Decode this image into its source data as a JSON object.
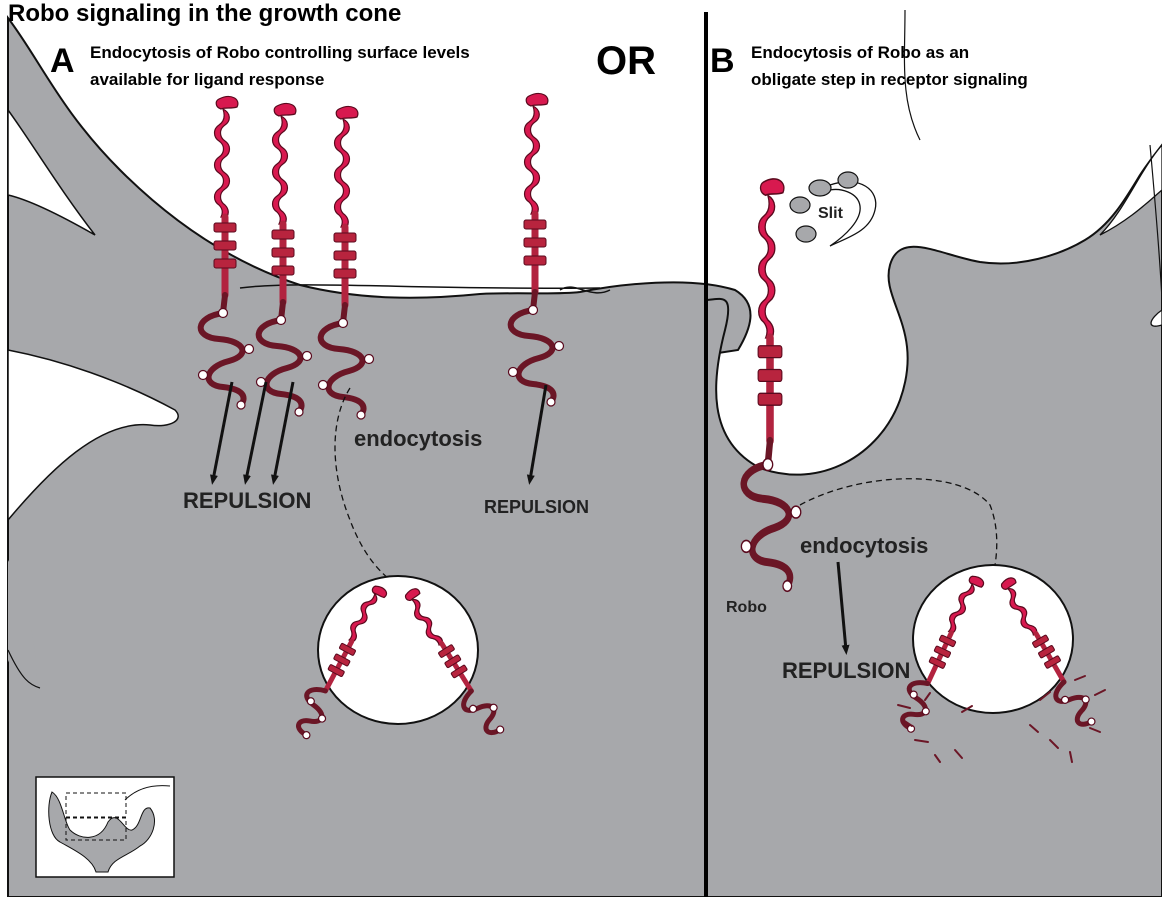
{
  "figure": {
    "title": "Robo signaling in the growth cone",
    "or_label": "OR"
  },
  "panel_a": {
    "letter": "A",
    "caption_line1": "Endocytosis of Robo controlling surface levels",
    "caption_line2": "available for ligand response",
    "repulsion_label": "REPULSION",
    "repulsion_label_right": "REPULSION",
    "endocytosis_label": "endocytosis"
  },
  "panel_b": {
    "letter": "B",
    "caption_line1": "Endocytosis of Robo as an",
    "caption_line2": "obligate step in receptor signaling",
    "slit_label": "Slit",
    "robo_label": "Robo",
    "endocytosis_label": "endocytosis",
    "repulsion_label": "REPULSION"
  },
  "colors": {
    "cell": "#a7a8ab",
    "robo_ectodomain": "#d8194f",
    "robo_cytoplasmic": "#6b1626",
    "slit": "#a7a8ab"
  }
}
